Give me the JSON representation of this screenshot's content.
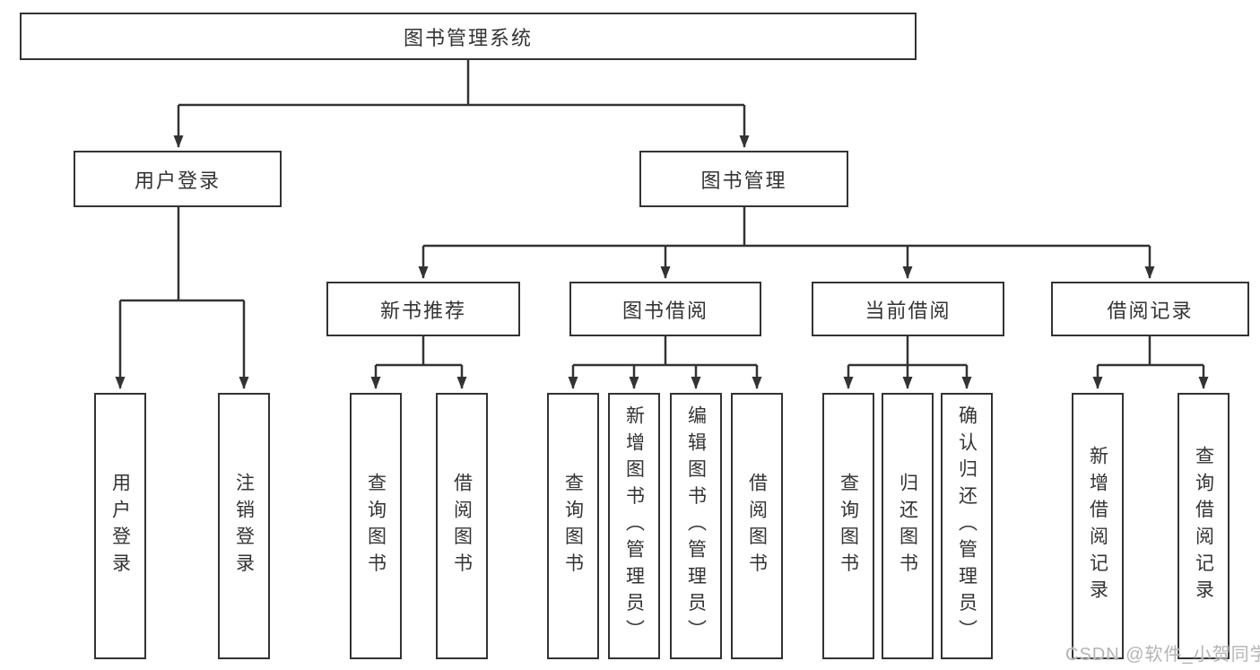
{
  "diagram": {
    "title": "图书管理系统",
    "level1": {
      "user_login": "用户登录",
      "book_mgmt": "图书管理"
    },
    "level2": {
      "new_book": "新书推荐",
      "book_borrow": "图书借阅",
      "current_borrow": "当前借阅",
      "borrow_record": "借阅记录"
    },
    "leaves": {
      "user_login": [
        "用户登录",
        "注销登录"
      ],
      "new_book": [
        "查询图书",
        "借阅图书"
      ],
      "book_borrow": [
        "查询图书",
        "新增图书（管理员）",
        "编辑图书（管理员）",
        "借阅图书"
      ],
      "current_borrow": [
        "查询图书",
        "归还图书",
        "确认归还（管理员）"
      ],
      "borrow_record": [
        "新增借阅记录",
        "查询借阅记录"
      ]
    }
  },
  "watermark": "CSDN @软件_小贺同学",
  "colors": {
    "line": "#333333",
    "text": "#333333",
    "box_fill": "#ffffff",
    "watermark": "#b4b4b4",
    "background": "#ffffff"
  }
}
